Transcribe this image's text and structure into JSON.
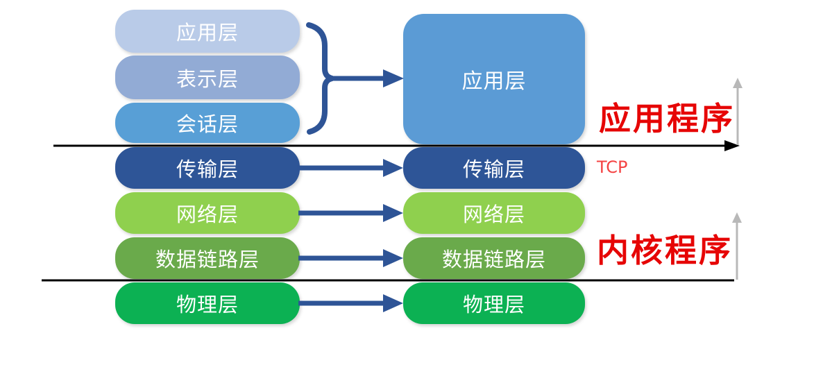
{
  "osi": {
    "layers": [
      {
        "label": "应用层",
        "color": "#b9cbe8"
      },
      {
        "label": "表示层",
        "color": "#92abd5"
      },
      {
        "label": "会话层",
        "color": "#589fd6"
      },
      {
        "label": "传输层",
        "color": "#2e5597"
      },
      {
        "label": "网络层",
        "color": "#8fd04e"
      },
      {
        "label": "数据链路层",
        "color": "#6aaa4b"
      },
      {
        "label": "物理层",
        "color": "#0cb153"
      }
    ]
  },
  "tcpip": {
    "layers": [
      {
        "label": "应用层",
        "color": "#5b9bd5"
      },
      {
        "label": "传输层",
        "color": "#2e5597"
      },
      {
        "label": "网络层",
        "color": "#8fd04e"
      },
      {
        "label": "数据链路层",
        "color": "#6aaa4b"
      },
      {
        "label": "物理层",
        "color": "#0cb153"
      }
    ]
  },
  "annotations": {
    "user_space": "应用程序",
    "kernel_space": "内核程序",
    "protocol": "TCP"
  },
  "colors": {
    "arrow_blue": "#2e5496",
    "divider_black": "#000000",
    "up_arrow_gray": "#b8b8b8",
    "red_text": "#e60505",
    "tcp_red": "#f44343",
    "background": "#ffffff"
  }
}
